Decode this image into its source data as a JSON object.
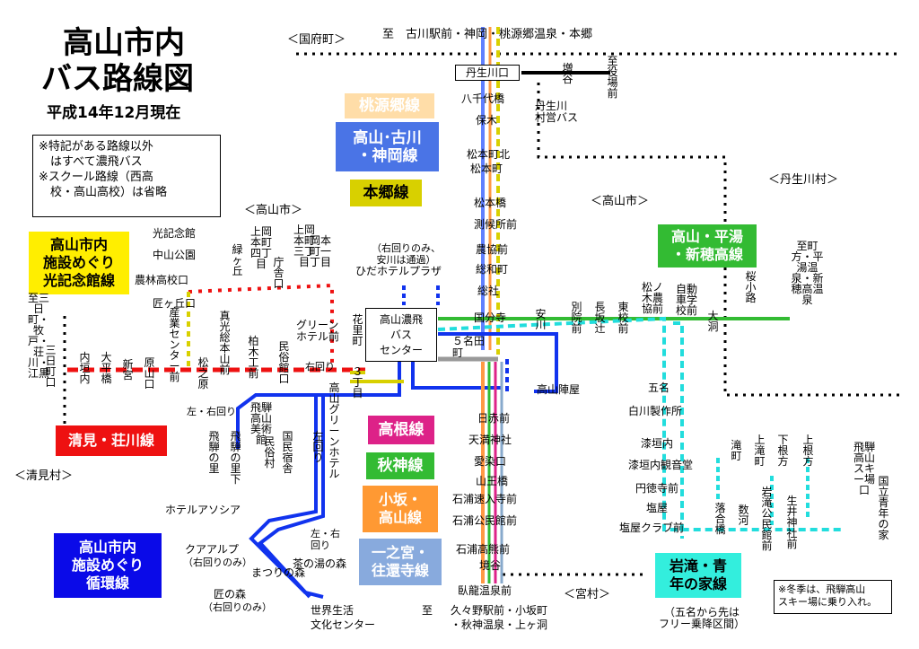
{
  "title": {
    "line1": "高山市内",
    "line2": "バス路線図",
    "date": "平成14年12月現在"
  },
  "note": "※特記がある路線以外\n　はすべて濃飛バス\n※スクール路線（西高\n　校・高山高校）は省略",
  "legends": {
    "togen": "桃源郷線",
    "takayama_furukawa": "高山･古川\n・神岡線",
    "hongo": "本郷線",
    "hirayu": "高山・平湯\n・新穂高線",
    "hikari": "高山市内\n施設めぐり\n光記念館線",
    "kiyomi": "清見・荘川線",
    "takane": "高根線",
    "akigami": "秋神線",
    "osaka": "小坂・\n高山線",
    "ichinomiya": "一之宮・\n往還寺線",
    "loop": "高山市内\n施設めぐり\n循環線",
    "iwataki": "岩滝・青\n年の家線"
  },
  "boundaries": {
    "kokufu": "＜国府町＞",
    "takayama_top": "＜高山市＞",
    "takayama_right": "＜高山市＞",
    "nyukawa": "＜丹生川村＞",
    "kiyomi": "＜清見村＞",
    "miya": "＜宮村＞"
  },
  "destinations": {
    "north": "至　古川駅前・神岡・桃源郷温泉・本郷",
    "yakuba": "至役場前",
    "hirayu": "至町方・平湯温泉・新穂高温泉",
    "kiyomi": "至三日町・牧戸・荘川・江黒",
    "south_to": "至",
    "south1": "久々野駅前・小坂町",
    "south2": "・秋神温泉・上ヶ洞",
    "free_ride": "（五名から先は\nフリー乗降区間）"
  },
  "stops": {
    "nyukawaguchi": "丹生川口",
    "masutani": "増谷",
    "nyukawa_bus": "丹生川\n村営バス",
    "hachisendai": "八千代橋",
    "hoki": "保木",
    "matsumoto_kita": "松本町北",
    "matsumoto": "松本町",
    "matsumotobashi": "松本橋",
    "sokkosho": "測候所前",
    "nokyo": "農協前",
    "sowa": "総和町",
    "soja": "総社",
    "hidahotel_note": "（右回りのみ、\n安川は通過）",
    "hidahotel": "ひだホテルプラザ",
    "center": "高山濃飛\nバス\nセンター",
    "kokubunji": "国分寺",
    "yasukawa": "安川",
    "betsuin": "別院前",
    "nagasaka": "長坂辻",
    "tokou": "東校前",
    "matsunoki": "松ノ木農協前",
    "jidosha": "自動車学校前",
    "ohora": "大洞",
    "sakuraji": "桜小路",
    "gomyo": "五名",
    "shirakawa": "白川製作所",
    "shitsuuchi": "漆垣内",
    "kannondo": "漆垣内観音堂",
    "entokuji": "円徳寺前",
    "shioya": "塩屋",
    "shioya_club": "塩屋クラブ前",
    "ochiai": "落合橋",
    "sogo": "数河",
    "iwataki_kominkan": "岩滝公民館前",
    "takimachi": "滝町",
    "kamitakimachi": "上滝町",
    "shimonekata": "下根方",
    "kaminekata": "上根方",
    "ikoi": "生井神社前",
    "hida_ski": "飛騨高山スキー場口",
    "seinen": "国立青年の家",
    "winter_note": "※冬季は、飛騨高山\nスキー場に乗り入れ。",
    "takayama_jinya": "高山陣屋",
    "go_nada": "５名田町",
    "hanasato": "花里町",
    "san_chome": "３丁目",
    "nisseki": "日赤前",
    "tenman": "天満神社",
    "aisome": "愛染口",
    "sanno": "山王橋",
    "ishiura_hayato": "石浦速入寺前",
    "ishiura_kominkan": "石浦公民館前",
    "ishiura_takakuma": "石浦高熊前",
    "sakai": "境谷",
    "garyu": "臥龍温泉前",
    "hikari_kinenkan": "光記念館",
    "nakayama": "中山公園",
    "norin": "農林高校口",
    "takumi": "匠ヶ丘口",
    "midori": "緑ヶ丘",
    "kamiokamoto4": "上岡本町四丁目",
    "chosha": "庁舎口",
    "kamiokamoto3": "上岡本町三丁目",
    "okamoto1": "岡本町一丁目",
    "green_hotel": "グリーン\nホテル前",
    "migimawari": "右回り",
    "sangyo": "産業センター前",
    "shinko": "真光総本山前",
    "kashiwamoto": "柏木工前",
    "minzokukan": "民俗館口",
    "matsunohara": "松之原",
    "harayama": "原山口",
    "shingu": "新宮",
    "ohirabashi": "大平橋",
    "uchigaki": "内垣内",
    "mikkamachi": "三日町口",
    "takayama_green": "高山グリーンホテル",
    "hidabijutsukan": "飛騨高山美術館",
    "hida_no_sato": "飛騨の里",
    "hida_no_sato_shita": "飛騨の里下",
    "minzoku": "民俗村",
    "kokumin": "国民宿舎",
    "hidari_mawari": "左回り",
    "hidari_migi": "左・右回り",
    "hotel_associa": "ホテルアソシア",
    "qua_alp": "クアアルプ",
    "qua_alp_note": "（右回りのみ）",
    "chanoyu": "茶の湯の森",
    "matsuri": "まつりの森",
    "takumi_mori": "匠の森",
    "takumi_mori_note": "（右回りのみ）",
    "sekai1": "世界生活",
    "sekai2": "文化センター",
    "left_right": "左・右\n回り"
  }
}
